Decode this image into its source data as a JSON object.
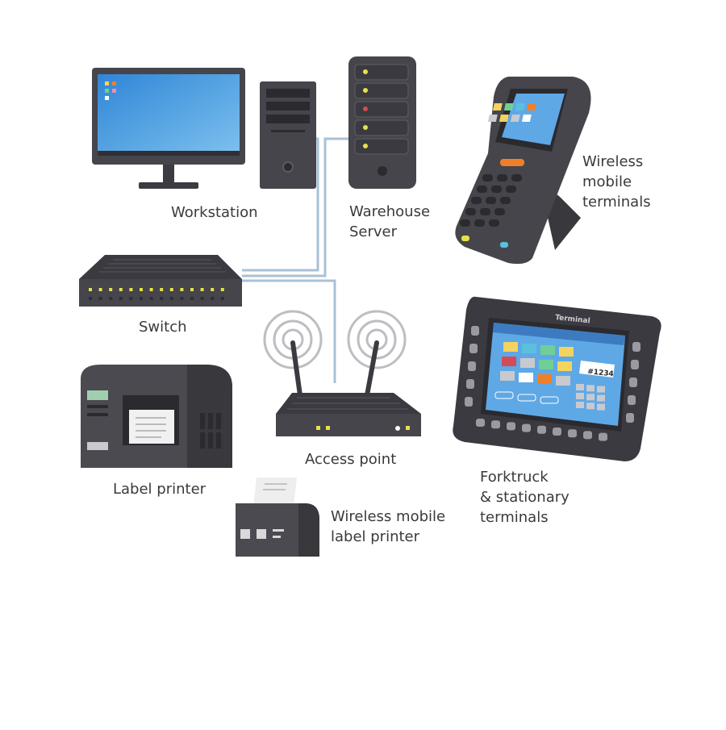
{
  "nodes": {
    "workstation": {
      "label": "Workstation"
    },
    "server": {
      "label": "Warehouse\nServer"
    },
    "handheld": {
      "label": "Wireless\nmobile\nterminals"
    },
    "switch": {
      "label": "Switch"
    },
    "access_point": {
      "label": "Access point"
    },
    "label_printer": {
      "label": "Label printer"
    },
    "mobile_printer": {
      "label": "Wireless mobile\nlabel printer"
    },
    "stationary_terminal": {
      "label": "Forktruck\n& stationary\nterminals",
      "screen_title": "Terminal",
      "screen_badge": "#1234"
    }
  },
  "colors": {
    "device_body": "#45454b",
    "device_dark": "#2e2e33",
    "screen_blue": "#4d9fe0",
    "cable": "#a9c1d6",
    "led_yellow": "#e6e14a",
    "led_red": "#d24b57",
    "key_orange": "#f07f2a"
  }
}
